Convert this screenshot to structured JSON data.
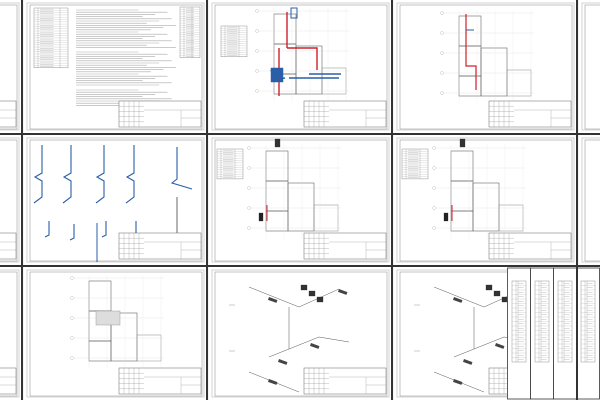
{
  "viewer": {
    "mode": "sheet-grid",
    "sheets": [
      {
        "kind": "blank-edge"
      },
      {
        "kind": "text-spec"
      },
      {
        "kind": "plan-colored"
      },
      {
        "kind": "plan-red"
      },
      {
        "kind": "blank-edge"
      },
      {
        "kind": "blank-edge"
      },
      {
        "kind": "risers"
      },
      {
        "kind": "plan"
      },
      {
        "kind": "plan"
      },
      {
        "kind": "blank-edge"
      },
      {
        "kind": "blank-edge"
      },
      {
        "kind": "plan-gray"
      },
      {
        "kind": "isometric"
      },
      {
        "kind": "isometric"
      },
      {
        "kind": "tables"
      }
    ]
  },
  "colors": {
    "pipe_blue": "#2a5fa8",
    "pipe_red": "#d0202a",
    "line": "#555555",
    "frame": "#9a9a9a"
  }
}
